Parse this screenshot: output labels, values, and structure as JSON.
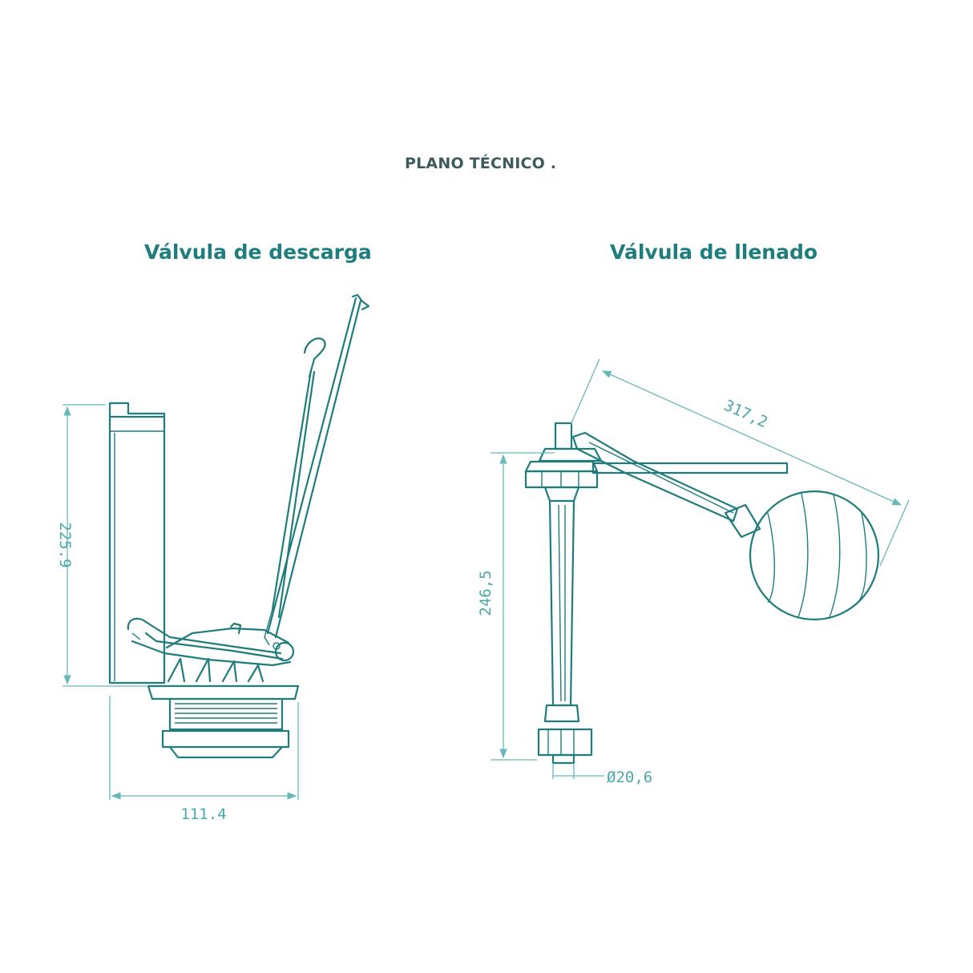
{
  "page": {
    "title": "PLANO TÉCNICO .",
    "accent_color": "#1e7d7d",
    "dimension_color": "#67b8b8"
  },
  "left_drawing": {
    "title": "Válvula de descarga",
    "height_dimension": "225.9",
    "width_dimension": "111.4"
  },
  "right_drawing": {
    "title": "Válvula de llenado",
    "height_dimension": "246,5",
    "arm_dimension": "317,2",
    "diameter_dimension": "Ø20,6"
  }
}
